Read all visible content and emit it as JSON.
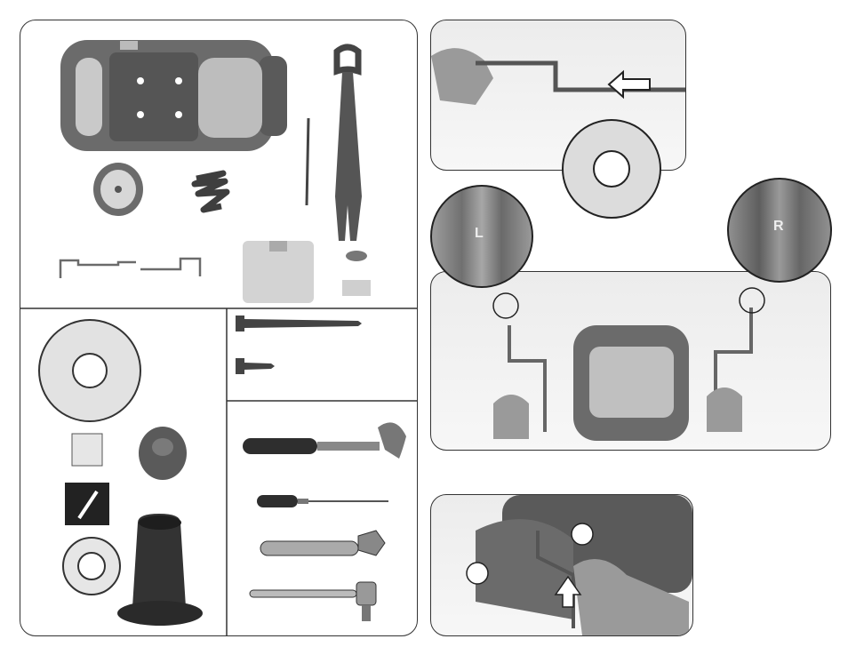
{
  "callouts": {
    "left_marker": "L",
    "right_marker": "R"
  },
  "colors": {
    "plastic": "#6b6b6b",
    "plastic_dark": "#3e3e3e",
    "insert": "#c9c9c9",
    "panel_border": "#333333",
    "skin": "#9a9a9a",
    "metal": "#8a8a8a"
  },
  "parts": [
    "cart-body",
    "handle",
    "axle-pin",
    "wheel",
    "strap",
    "axle-rods",
    "cargo-lid",
    "small-parts",
    "washer",
    "cap",
    "bushing",
    "spacer",
    "tall-sleeve",
    "long-screw",
    "short-screw"
  ],
  "tools": [
    "hammer-icon",
    "screwdriver-icon",
    "adjustable-wrench-icon",
    "ratchet-icon"
  ]
}
